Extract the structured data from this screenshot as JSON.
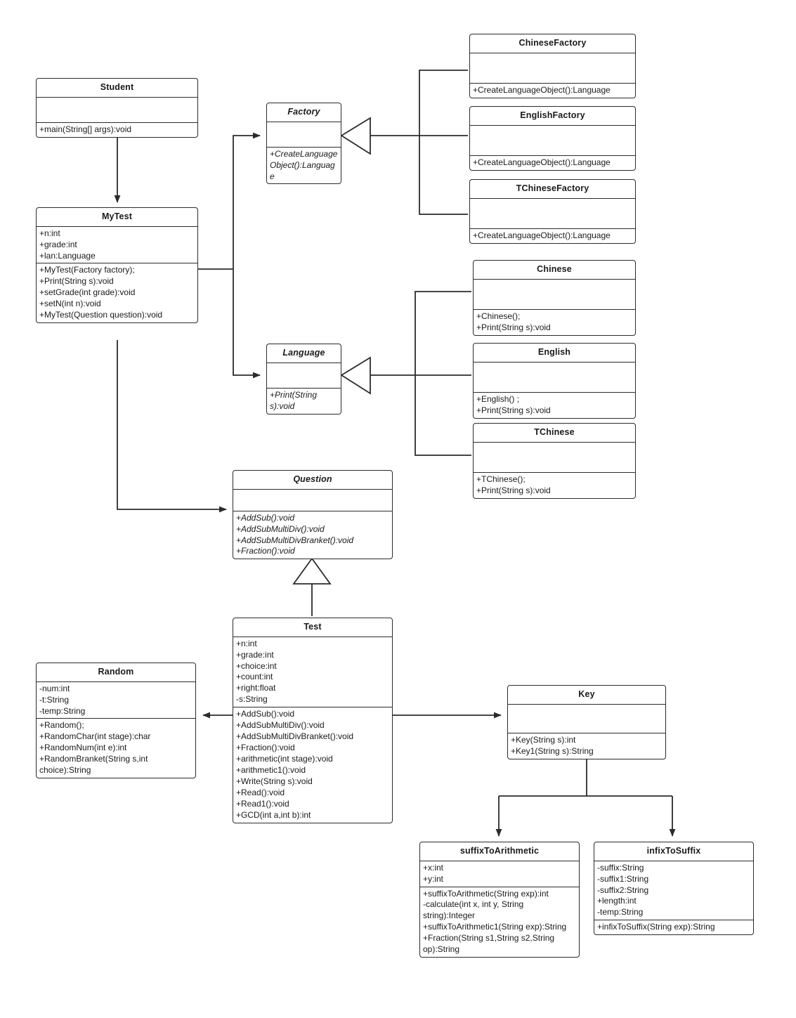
{
  "diagram": {
    "title": "UML Class Diagram",
    "stroke_color": "#2b2b2b",
    "background_color": "#ffffff"
  },
  "classes": {
    "student": {
      "name": "Student",
      "abstract": false,
      "attributes": [],
      "operations": [
        "+main(String[] args):void"
      ]
    },
    "mytest": {
      "name": "MyTest",
      "abstract": false,
      "attributes": [
        "+n:int",
        "+grade:int",
        "+lan:Language"
      ],
      "operations": [
        "+MyTest(Factory factory);",
        "+Print(String s):void",
        "+setGrade(int grade):void",
        "+setN(int n):void",
        "+MyTest(Question question):void"
      ]
    },
    "factory": {
      "name": "Factory",
      "abstract": true,
      "attributes": [],
      "operations": [
        "+CreateLanguageObject():Language"
      ]
    },
    "chinesefactory": {
      "name": "ChineseFactory",
      "abstract": false,
      "attributes": [],
      "operations": [
        "+CreateLanguageObject():Language"
      ]
    },
    "englishfactory": {
      "name": "EnglishFactory",
      "abstract": false,
      "attributes": [],
      "operations": [
        "+CreateLanguageObject():Language"
      ]
    },
    "tchinesefactory": {
      "name": "TChineseFactory",
      "abstract": false,
      "attributes": [],
      "operations": [
        "+CreateLanguageObject():Language"
      ]
    },
    "language": {
      "name": "Language",
      "abstract": true,
      "attributes": [],
      "operations": [
        "+Print(String s):void"
      ]
    },
    "chinese": {
      "name": "Chinese",
      "abstract": false,
      "attributes": [],
      "operations": [
        "+Chinese();",
        "+Print(String s):void"
      ]
    },
    "english": {
      "name": "English",
      "abstract": false,
      "attributes": [],
      "operations": [
        "+English() ;",
        "+Print(String s):void"
      ]
    },
    "tchinese": {
      "name": "TChinese",
      "abstract": false,
      "attributes": [],
      "operations": [
        "+TChinese();",
        "+Print(String s):void"
      ]
    },
    "question": {
      "name": "Question",
      "abstract": true,
      "attributes": [],
      "operations": [
        "+AddSub():void",
        "+AddSubMultiDiv():void",
        "+AddSubMultiDivBranket():void",
        "+Fraction():void"
      ]
    },
    "test": {
      "name": "Test",
      "abstract": false,
      "attributes": [
        "+n:int",
        "+grade:int",
        "+choice:int",
        "+count:int",
        "+right:float",
        "-s:String"
      ],
      "operations": [
        "+AddSub():void",
        "+AddSubMultiDiv():void",
        "+AddSubMultiDivBranket():void",
        "+Fraction():void",
        "+arithmetic(int stage):void",
        "+arithmetic1():void",
        "+Write(String s):void",
        "+Read():void",
        "+Read1():void",
        "+GCD(int a,int b):int"
      ]
    },
    "random": {
      "name": "Random",
      "abstract": false,
      "attributes": [
        "-num:int",
        "-t:String",
        "-temp:String"
      ],
      "operations": [
        "+Random();",
        "+RandomChar(int stage):char",
        "+RandomNum(int e):int",
        "+RandomBranket(String s,int choice):String"
      ]
    },
    "key": {
      "name": "Key",
      "abstract": false,
      "attributes": [],
      "operations": [
        "+Key(String s):int",
        "+Key1(String s):String"
      ]
    },
    "suffixtoarith": {
      "name": "suffixToArithmetic",
      "abstract": false,
      "attributes": [
        "+x:int",
        "+y:int"
      ],
      "operations": [
        "+suffixToArithmetic(String exp):int",
        "-calculate(int x, int y, String string):Integer",
        "+suffixToArithmetic1(String exp):String",
        "+Fraction(String s1,String s2,String op):String"
      ]
    },
    "infixtosuffix": {
      "name": "infixToSuffix",
      "abstract": false,
      "attributes": [
        "-suffix:String",
        "-suffix1:String",
        "-suffix2:String",
        "+length:int",
        "-temp:String"
      ],
      "operations": [
        "+infixToSuffix(String exp):String"
      ]
    }
  },
  "relationships": [
    {
      "from": "student",
      "to": "mytest",
      "type": "association-arrow"
    },
    {
      "from": "mytest",
      "to": "factory",
      "type": "association-arrow"
    },
    {
      "from": "mytest",
      "to": "language",
      "type": "association-arrow"
    },
    {
      "from": "mytest",
      "to": "question",
      "type": "association-arrow"
    },
    {
      "from": "chinesefactory",
      "to": "factory",
      "type": "generalization"
    },
    {
      "from": "englishfactory",
      "to": "factory",
      "type": "generalization"
    },
    {
      "from": "tchinesefactory",
      "to": "factory",
      "type": "generalization"
    },
    {
      "from": "chinese",
      "to": "language",
      "type": "generalization"
    },
    {
      "from": "english",
      "to": "language",
      "type": "generalization"
    },
    {
      "from": "tchinese",
      "to": "language",
      "type": "generalization"
    },
    {
      "from": "test",
      "to": "question",
      "type": "generalization"
    },
    {
      "from": "test",
      "to": "random",
      "type": "association-arrow"
    },
    {
      "from": "test",
      "to": "key",
      "type": "association-arrow"
    },
    {
      "from": "key",
      "to": "suffixtoarith",
      "type": "association-arrow"
    },
    {
      "from": "key",
      "to": "infixtosuffix",
      "type": "association-arrow"
    }
  ]
}
